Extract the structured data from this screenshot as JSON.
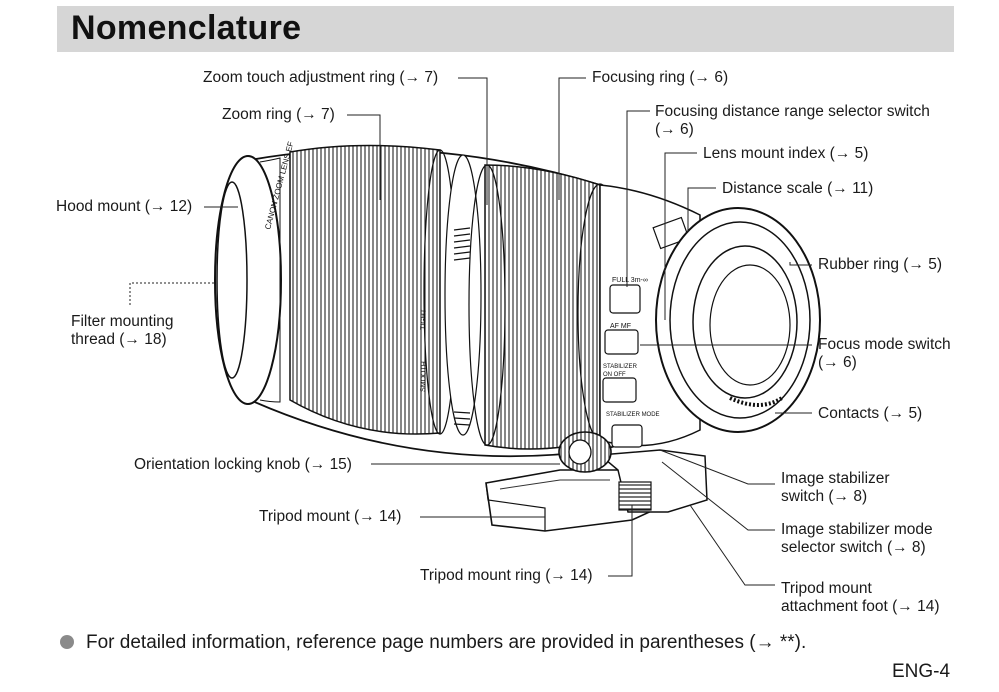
{
  "header": {
    "title": "Nomenclature"
  },
  "callouts": {
    "zoom_touch_ring": "Zoom touch adjustment ring (→ 7)",
    "zoom_ring": "Zoom ring (→ 7)",
    "hood_mount": "Hood mount (→ 12)",
    "filter_thread_1": "Filter mounting",
    "filter_thread_2": "thread (→ 18)",
    "orientation_knob": "Orientation locking knob (→ 15)",
    "tripod_mount": "Tripod mount (→ 14)",
    "tripod_mount_ring": "Tripod mount ring (→ 14)",
    "focusing_ring": "Focusing ring (→ 6)",
    "focus_range_switch_1": "Focusing distance range selector switch",
    "focus_range_switch_2": "(→ 6)",
    "lens_mount_index": "Lens mount index (→ 5)",
    "distance_scale": "Distance scale (→ 11)",
    "rubber_ring": "Rubber ring (→ 5)",
    "focus_mode_switch_1": "Focus mode switch",
    "focus_mode_switch_2": "(→ 6)",
    "contacts": "Contacts (→ 5)",
    "stabilizer_switch_1": "Image stabilizer",
    "stabilizer_switch_2": "switch (→ 8)",
    "stabilizer_mode_1": "Image stabilizer mode",
    "stabilizer_mode_2": "selector switch (→ 8)",
    "tripod_foot_1": "Tripod mount",
    "tripod_foot_2": "attachment foot (→ 14)"
  },
  "lens_markings": {
    "barrel_text": "CANON ZOOM LENS EF",
    "range_label": "FULL  3m-∞",
    "af_mf": "AF  MF",
    "stabilizer": "STABILIZER",
    "on_off": "ON  OFF",
    "stabilizer_mode": "STABILIZER MODE",
    "tight": "TIGHT",
    "smooth": "SMOOTH"
  },
  "footer": {
    "note": "For detailed information, reference page numbers are provided in parentheses (→ **).",
    "page_number": "ENG-4"
  }
}
